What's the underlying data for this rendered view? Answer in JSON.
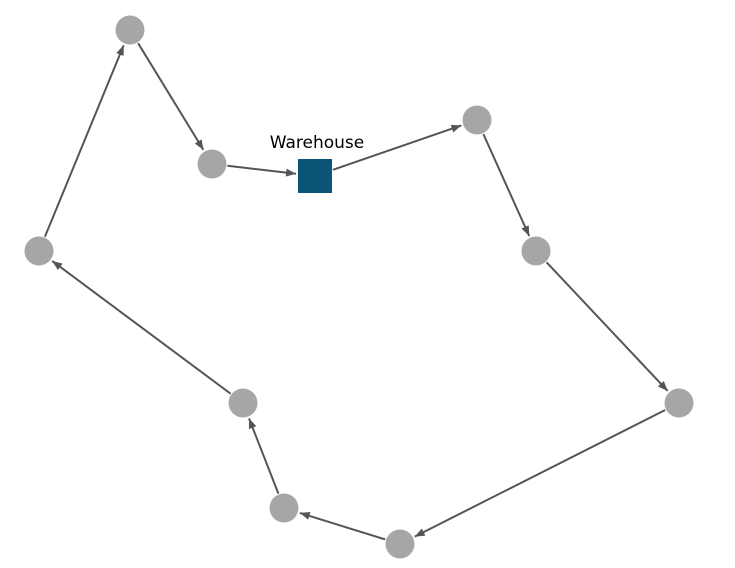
{
  "diagram": {
    "type": "route-tour",
    "depot": {
      "label": "Warehouse",
      "color": "#0b5677"
    },
    "stop_color": "#a6a6a6",
    "edge_color": "#555555",
    "label_color": "#000000",
    "nodes": [
      {
        "id": "warehouse",
        "kind": "depot"
      },
      {
        "id": "stop-1",
        "kind": "stop"
      },
      {
        "id": "stop-2",
        "kind": "stop"
      },
      {
        "id": "stop-3",
        "kind": "stop"
      },
      {
        "id": "stop-4",
        "kind": "stop"
      },
      {
        "id": "stop-5",
        "kind": "stop"
      },
      {
        "id": "stop-6",
        "kind": "stop"
      },
      {
        "id": "stop-7",
        "kind": "stop"
      },
      {
        "id": "stop-8",
        "kind": "stop"
      },
      {
        "id": "stop-9",
        "kind": "stop"
      }
    ],
    "edges": [
      {
        "from": "warehouse",
        "to": "stop-1"
      },
      {
        "from": "stop-1",
        "to": "stop-2"
      },
      {
        "from": "stop-2",
        "to": "stop-3"
      },
      {
        "from": "stop-3",
        "to": "stop-4"
      },
      {
        "from": "stop-4",
        "to": "stop-5"
      },
      {
        "from": "stop-5",
        "to": "stop-6"
      },
      {
        "from": "stop-6",
        "to": "stop-7"
      },
      {
        "from": "stop-7",
        "to": "stop-8"
      },
      {
        "from": "stop-8",
        "to": "stop-9"
      },
      {
        "from": "stop-9",
        "to": "warehouse"
      }
    ]
  }
}
